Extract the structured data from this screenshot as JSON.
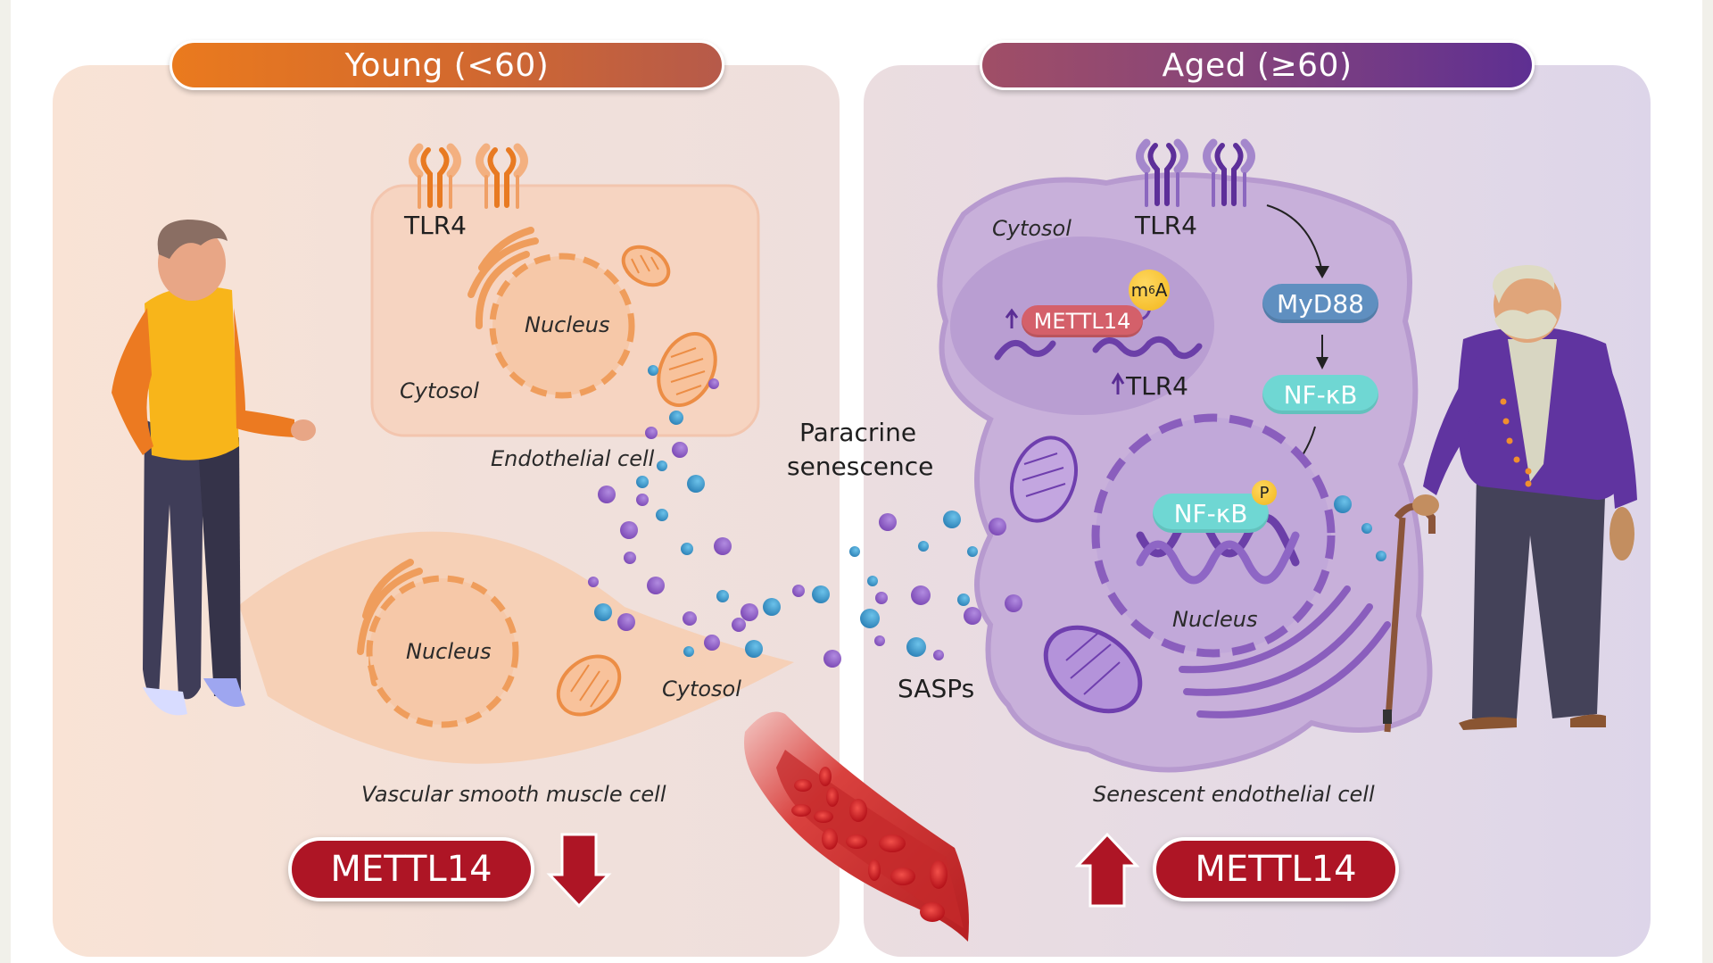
{
  "panels": {
    "young": {
      "title": "Young (<60)",
      "endothelial_cell": {
        "receptor_label": "TLR4",
        "nucleus_label": "Nucleus",
        "cytosol_label": "Cytosol",
        "caption": "Endothelial cell"
      },
      "smooth_muscle_cell": {
        "nucleus_label": "Nucleus",
        "cytosol_label": "Cytosol",
        "caption": "Vascular smooth muscle cell"
      },
      "expression": {
        "label": "METTL14",
        "direction": "down"
      }
    },
    "aged": {
      "title": "Aged (≥60)",
      "senescent_cell": {
        "cytosol_label": "Cytosol",
        "receptor_label": "TLR4",
        "modification_badge": "m6A",
        "modification_badge_base": "m",
        "modification_badge_sup": "6",
        "modification_badge_tail": "A",
        "writer_label": "METTL14",
        "writer_arrow": "up",
        "transcript_label": "TLR4",
        "transcript_arrow": "up",
        "pathway": [
          "MyD88",
          "NF-κB"
        ],
        "nuclear_factor_label": "NF-κB",
        "phospho_badge": "P",
        "nucleus_label": "Nucleus",
        "caption": "Senescent endothelial cell"
      },
      "expression": {
        "label": "METTL14",
        "direction": "up"
      }
    }
  },
  "center": {
    "paracrine_line1": "Paracrine",
    "paracrine_line2": "senescence",
    "sasp_label": "SASPs"
  },
  "colors": {
    "young_accent": "#ea7a1e",
    "aged_accent": "#5e2f92",
    "mettl14_red": "#ae1525",
    "myd88_blue": "#5f8fc0",
    "nfkb_teal": "#6fd7d3",
    "sasp_purple": "#8a5cc0",
    "sasp_blue": "#3a98c8"
  }
}
